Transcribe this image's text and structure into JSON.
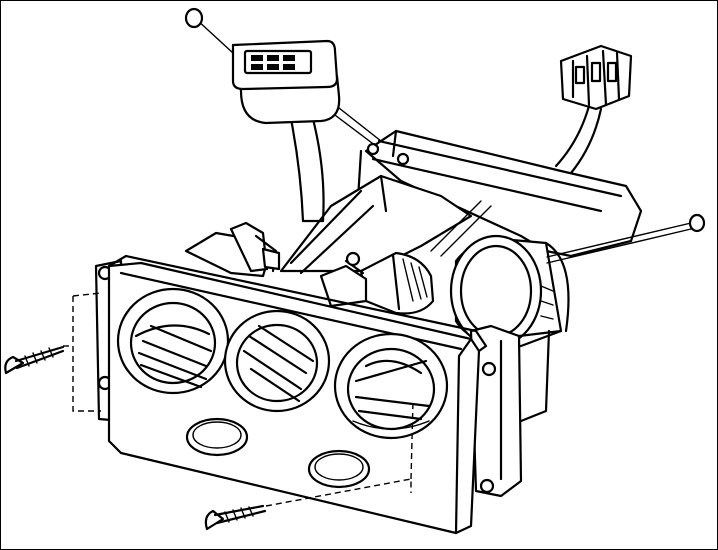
{
  "diagram": {
    "kind": "exploded-assembly-line-drawing",
    "colors": {
      "line": "#000000",
      "background": "#ffffff"
    },
    "parts": [
      "heater-control-panel",
      "temperature-knob",
      "fan-speed-knob",
      "mode-knob",
      "push-buttons",
      "control-cables",
      "connector-plug-left",
      "connector-plug-right",
      "fan-switch-body",
      "mounting-screws",
      "mounting-bracket"
    ]
  }
}
